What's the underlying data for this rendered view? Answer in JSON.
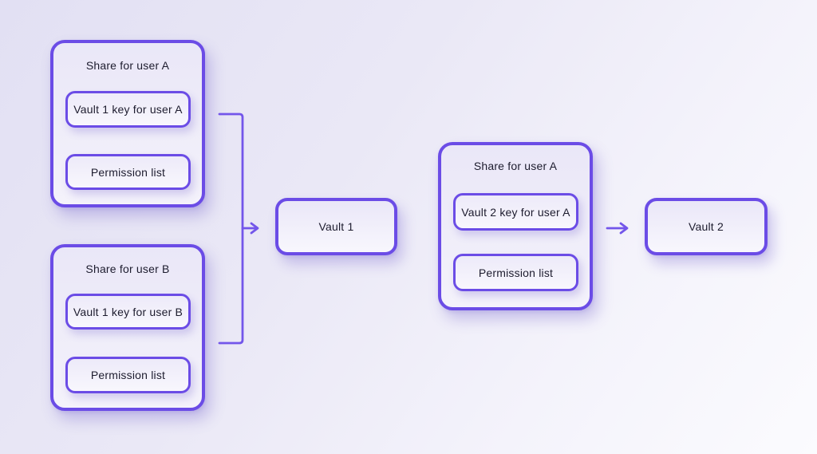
{
  "diagram": {
    "description": "Vault sharing diagram",
    "groups": [
      {
        "title": "Share for user A",
        "items": [
          "Vault 1 key for user A",
          "Permission list"
        ]
      },
      {
        "title": "Share for user B",
        "items": [
          "Vault 1 key for user B",
          "Permission list"
        ]
      },
      {
        "title": "Share for user A",
        "items": [
          "Vault 2 key for user A",
          "Permission list"
        ]
      }
    ],
    "vaults": [
      {
        "label": "Vault 1"
      },
      {
        "label": "Vault 2"
      }
    ],
    "connectors": [
      {
        "name": "merge-bracket-arrow",
        "from": [
          "Share for user A",
          "Share for user B"
        ],
        "to": "Vault 1"
      },
      {
        "name": "arrow-right",
        "from": "Share for user A",
        "to": "Vault 2"
      }
    ],
    "colors": {
      "border_accent": "#6b4ce6",
      "connector": "#7356ea",
      "text": "#1d1c2e",
      "background_start": "#e2e0f3",
      "background_end": "#fbfbfe"
    }
  }
}
